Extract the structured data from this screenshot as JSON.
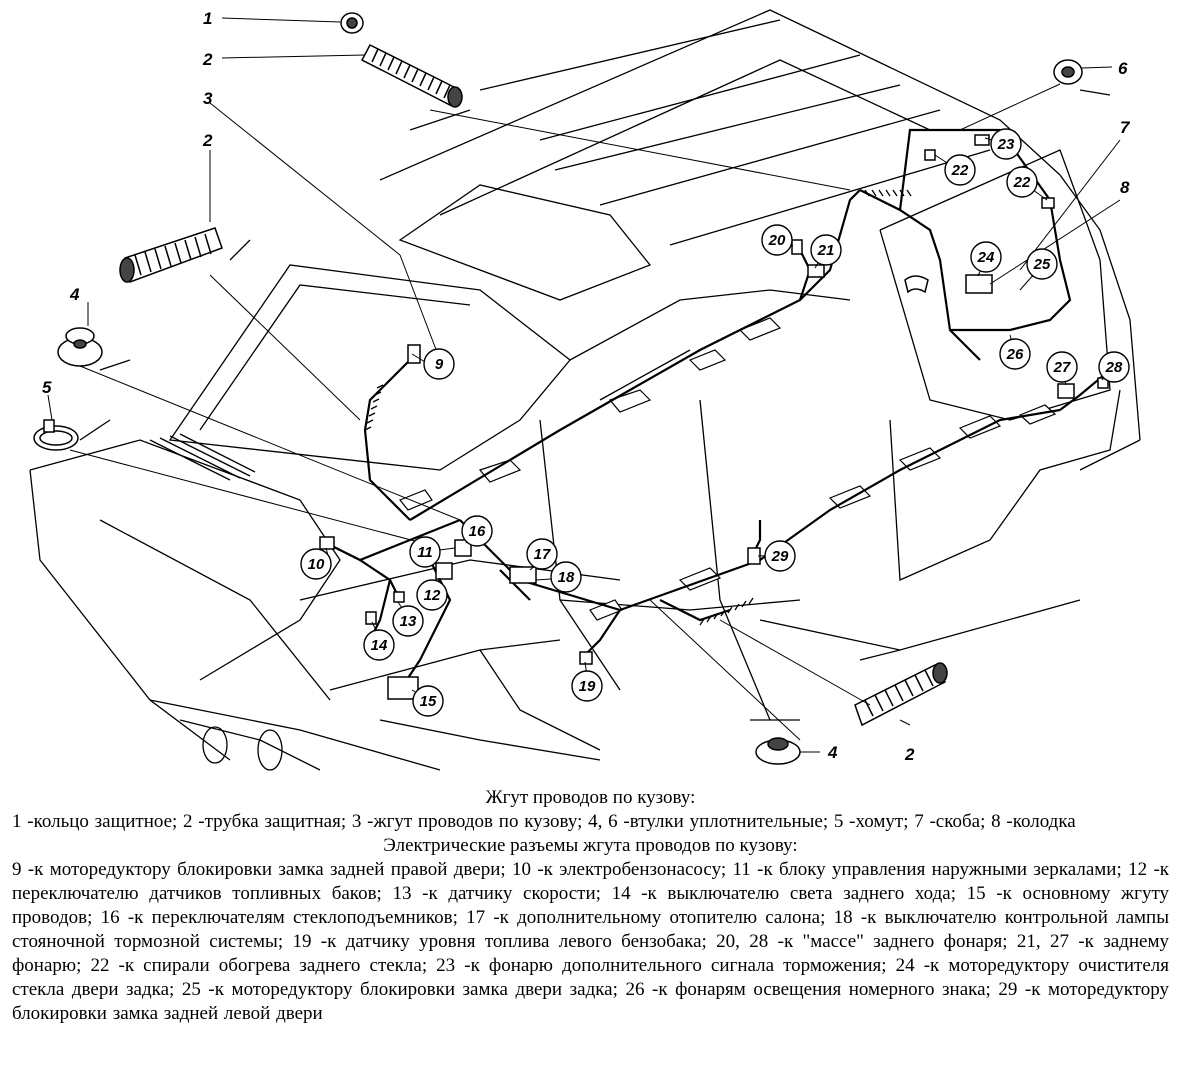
{
  "callouts_plain": [
    {
      "id": "c1",
      "text": "1"
    },
    {
      "id": "c2a",
      "text": "2"
    },
    {
      "id": "c3",
      "text": "3"
    },
    {
      "id": "c2b",
      "text": "2"
    },
    {
      "id": "c4a",
      "text": "4"
    },
    {
      "id": "c5",
      "text": "5"
    },
    {
      "id": "c6",
      "text": "6"
    },
    {
      "id": "c7",
      "text": "7"
    },
    {
      "id": "c8",
      "text": "8"
    },
    {
      "id": "c4b",
      "text": "4"
    },
    {
      "id": "c2c",
      "text": "2"
    }
  ],
  "callouts_circled": [
    {
      "id": "k9",
      "text": "9"
    },
    {
      "id": "k10",
      "text": "10"
    },
    {
      "id": "k11",
      "text": "11"
    },
    {
      "id": "k12",
      "text": "12"
    },
    {
      "id": "k13",
      "text": "13"
    },
    {
      "id": "k14",
      "text": "14"
    },
    {
      "id": "k15",
      "text": "15"
    },
    {
      "id": "k16",
      "text": "16"
    },
    {
      "id": "k17",
      "text": "17"
    },
    {
      "id": "k18",
      "text": "18"
    },
    {
      "id": "k19",
      "text": "19"
    },
    {
      "id": "k20",
      "text": "20"
    },
    {
      "id": "k21",
      "text": "21"
    },
    {
      "id": "k22a",
      "text": "22"
    },
    {
      "id": "k22b",
      "text": "22"
    },
    {
      "id": "k23",
      "text": "23"
    },
    {
      "id": "k24",
      "text": "24"
    },
    {
      "id": "k25",
      "text": "25"
    },
    {
      "id": "k26",
      "text": "26"
    },
    {
      "id": "k27",
      "text": "27"
    },
    {
      "id": "k28",
      "text": "28"
    },
    {
      "id": "k29",
      "text": "29"
    }
  ],
  "caption": {
    "title": "Жгут проводов по кузову:",
    "parts": "1 -кольцо защитное; 2 -трубка защитная; 3 -жгут проводов по кузову; 4, 6 -втулки уплотнительные; 5 -хомут; 7 -скоба; 8 -колодка",
    "subtitle": "Электрические разъемы жгута проводов по кузову:",
    "connectors": "9 -к моторедуктору блокировки замка задней правой двери; 10 -к электробензонасосу; 11 -к блоку управления наружными зеркалами; 12 -к переключателю датчиков топливных баков; 13 -к датчику скорости; 14 -к выключателю света заднего хода; 15 -к основному жгуту проводов; 16 -к переключателям стеклоподъемников; 17 -к дополнительному отопителю салона; 18 -к выключателю контрольной лампы стояночной тормозной системы; 19 -к датчику уровня топлива левого бензобака; 20, 28 -к \"массе\" заднего фонаря; 21, 27 -к заднему фонарю; 22 -к спирали обогрева заднего стекла; 23 -к фонарю дополнительного сигнала торможения; 24 -к моторедуктору очистителя стекла двери задка; 25 -к моторедуктору блокировки замка двери задка; 26 -к фонарям освещения номерного знака; 29 -к моторедуктору блокировки замка задней левой двери"
  }
}
